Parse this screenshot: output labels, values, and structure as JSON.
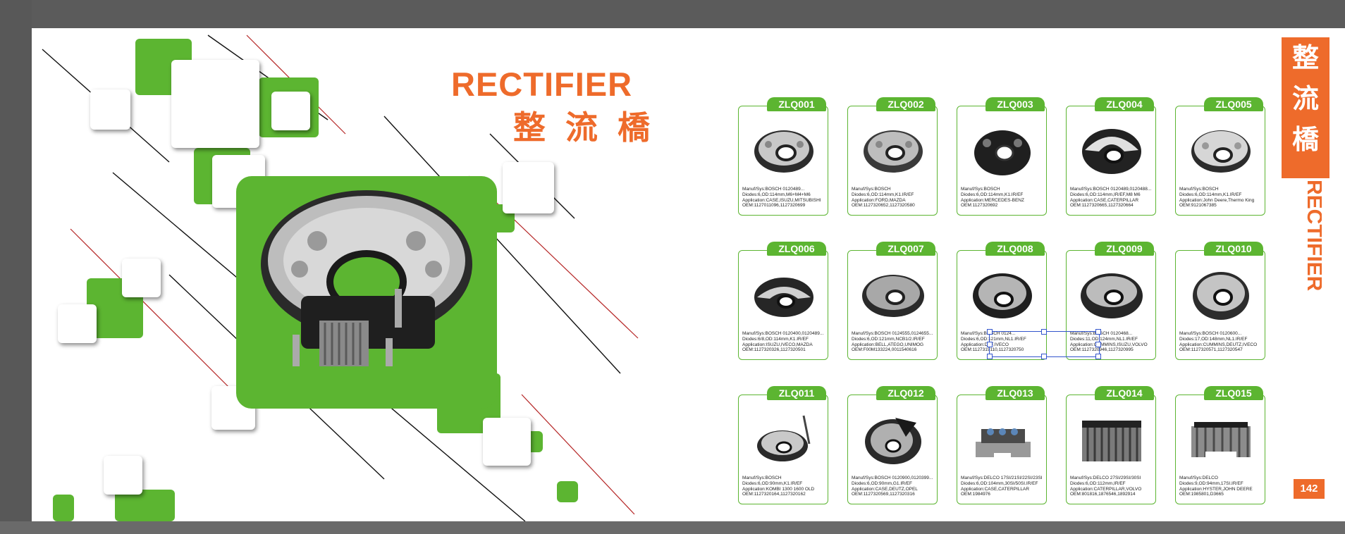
{
  "catalog": {
    "title_en": "RECTIFIER",
    "title_cn": "整 流 橋",
    "side_tab_chars": [
      "整",
      "流",
      "橋"
    ],
    "side_vertical": "RECTIFIER",
    "page_number": "142"
  },
  "colors": {
    "accent_orange": "#ee6b2b",
    "accent_green": "#5cb531",
    "line_red": "#b52525"
  },
  "products": [
    {
      "code": "ZLQ001",
      "lines": [
        "Manuf/Sys:BOSCH 0120489...",
        "Diodes:6,OD:114mm,M6+M4+M6",
        "Application:CASE,ISUZU,MITSUBISHI",
        "OEM:1127011096,1127320699"
      ]
    },
    {
      "code": "ZLQ002",
      "lines": [
        "Manuf/Sys:BOSCH",
        "Diodes:6,OD:114mm,K1.IR/EF",
        "Application:FORD,MAZDA",
        "OEM:1127320652,1127320580"
      ]
    },
    {
      "code": "ZLQ003",
      "lines": [
        "Manuf/Sys:BOSCH",
        "Diodes:6,OD:114mm,K1.IR/EF",
        "Application:MERCEDES-BENZ",
        "OEM:1127320692"
      ]
    },
    {
      "code": "ZLQ004",
      "lines": [
        "Manuf/Sys:BOSCH 0120489,0120488...",
        "Diodes:6,OD:114mm,IR/EF,M8 M6",
        "Application:CASE,CATERPILLAR",
        "OEM:1127320665,1127320664"
      ]
    },
    {
      "code": "ZLQ005",
      "lines": [
        "Manuf/Sys:BOSCH",
        "Diodes:6,OD:114mm,K1.IR/EF",
        "Application:John Deere,Thermo King",
        "OEM:9121067385"
      ]
    },
    {
      "code": "ZLQ006",
      "lines": [
        "Manuf/Sys:BOSCH 0120400,0120489...",
        "Diodes:6/8,OD:114mm,K1.IR/EF",
        "Application:ISUZU,IVECO,MAZDA",
        "OEM:1127320326,1127320501"
      ]
    },
    {
      "code": "ZLQ007",
      "lines": [
        "Manuf/Sys:BOSCH 0124555,0124655...",
        "Diodes:6,OD:121mm,NCB1/2.IR/EF",
        "Application:BELL,ATEGO,UNIMOG",
        "OEM:F00M133224,0011540616"
      ]
    },
    {
      "code": "ZLQ008",
      "lines": [
        "Manuf/Sys:BOSCH 0124...",
        "Diodes:6,OD:121mm,NL1.IR/EF",
        "Application:DAF,IVECO",
        "OEM:1127319110,1127320750"
      ]
    },
    {
      "code": "ZLQ009",
      "lines": [
        "Manuf/Sys:BOSCH 0120468...",
        "Diodes:11,OD:124mm,NL1.IR/EF",
        "Application:CUMMINS,ISUZU,VOLVO",
        "OEM:1127320946,1127320995"
      ]
    },
    {
      "code": "ZLQ010",
      "lines": [
        "Manuf/Sys:BOSCH 0120600...",
        "Diodes:17,OD:148mm,NL1.IR/EF",
        "Application:CUMMINS,DEUTZ,IVECO",
        "OEM:1127320571,1127320547"
      ]
    },
    {
      "code": "ZLQ011",
      "lines": [
        "Manuf/Sys:BOSCH",
        "Diodes:6,OD:90mm,K1.IR/EF",
        "Application:KOMBI 1300 1600 OLD",
        "OEM:1127320164,1127320162"
      ]
    },
    {
      "code": "ZLQ012",
      "lines": [
        "Manuf/Sys:BOSCH 0120900,0120399...",
        "Diodes:6,OD:90mm,G1.IR/EF",
        "Application:CASE,DEUTZ,OPEL",
        "OEM:1127320569,1127320316"
      ]
    },
    {
      "code": "ZLQ013",
      "lines": [
        "Manuf/Sys:DELCO 17SI/21SI/22SI/23SI",
        "Diodes:6,OD:104mm,30SI/50SI.IR/EF",
        "Application:CASE,CATERPILLAR",
        "OEM:1984976"
      ]
    },
    {
      "code": "ZLQ014",
      "lines": [
        "Manuf/Sys:DELCO 27SI/29SI/30SI",
        "Diodes:6,OD:112mm,IR/EF",
        "Application:CATERPILLAR,VOLVO",
        "OEM:801816,1876546,1892914"
      ]
    },
    {
      "code": "ZLQ015",
      "lines": [
        "Manuf/Sys:DELCO",
        "Diodes:9,OD:94mm,17SI.IR/EF",
        "Application:HYSTER,JOHN DEERE",
        "OEM:1985801,D3665"
      ]
    }
  ]
}
